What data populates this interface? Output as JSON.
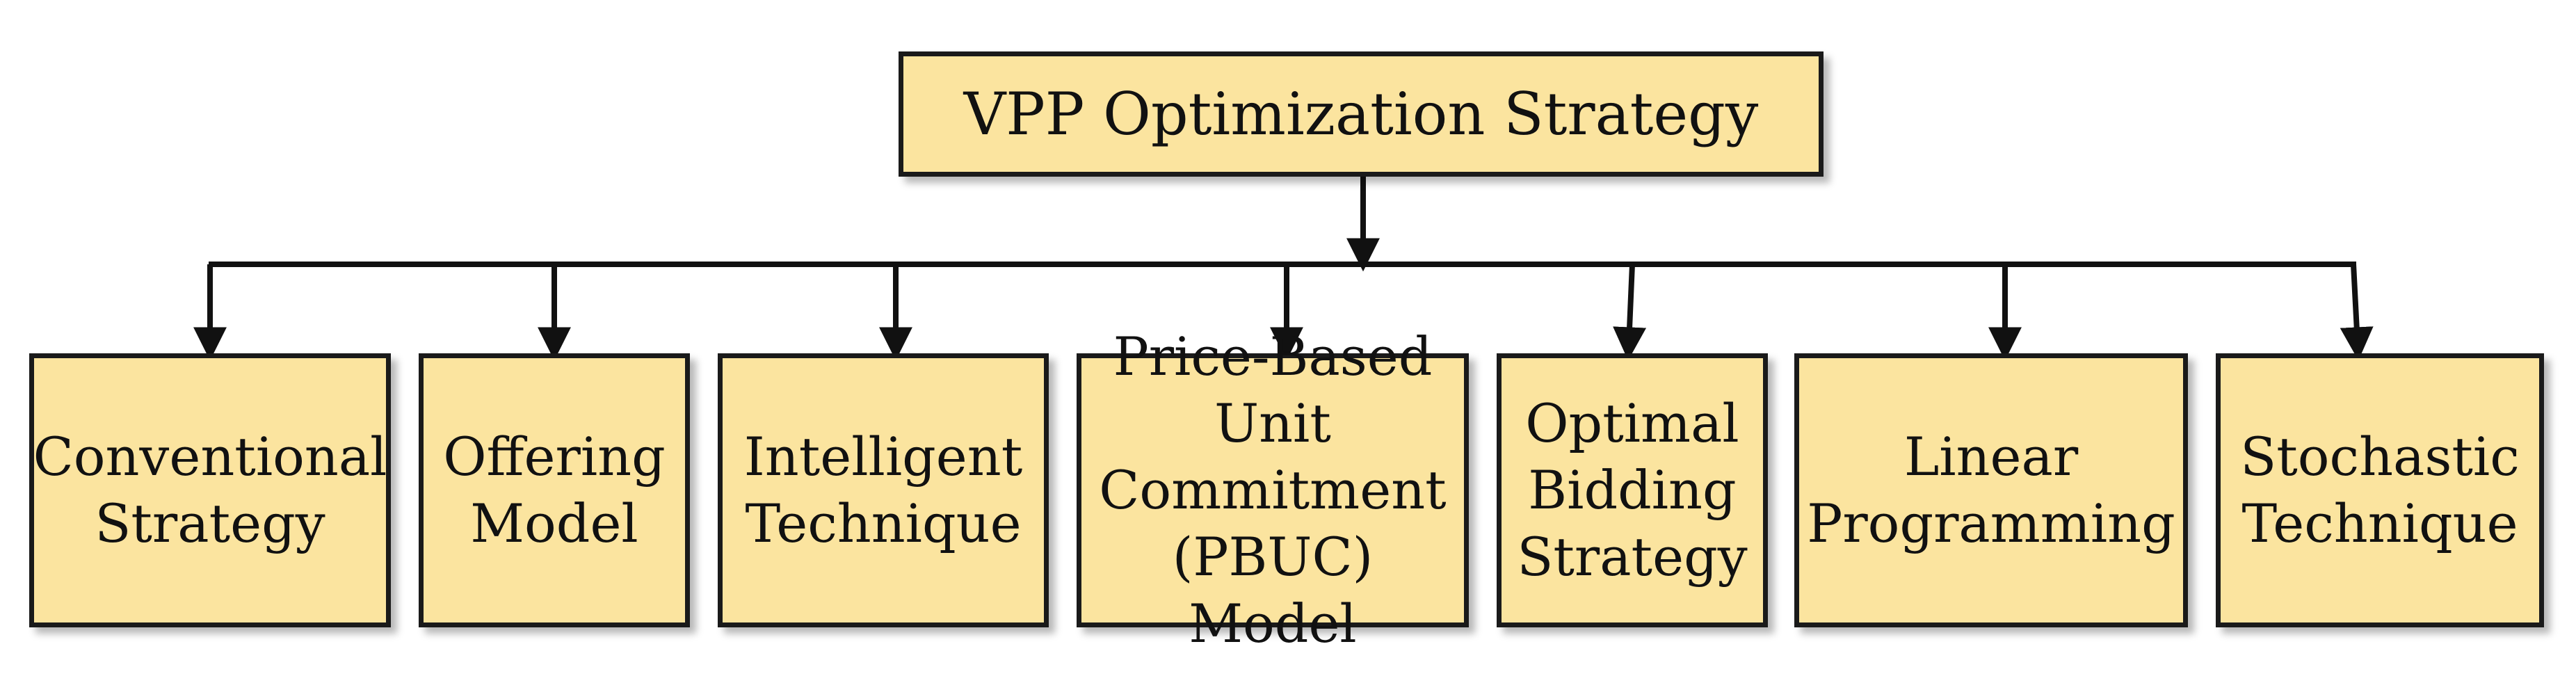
{
  "root": {
    "label": "VPP Optimization Strategy"
  },
  "children": [
    {
      "label": "Conventional\nStrategy"
    },
    {
      "label": "Offering\nModel"
    },
    {
      "label": "Intelligent\nTechnique"
    },
    {
      "label": "Price-Based\nUnit\nCommitment\n(PBUC) Model"
    },
    {
      "label": "Optimal\nBidding\nStrategy"
    },
    {
      "label": "Linear\nProgramming"
    },
    {
      "label": "Stochastic\nTechnique"
    }
  ],
  "style": {
    "box_fill": "#fbe49f",
    "border_color": "#1a1a1a",
    "line_color": "#111111"
  }
}
